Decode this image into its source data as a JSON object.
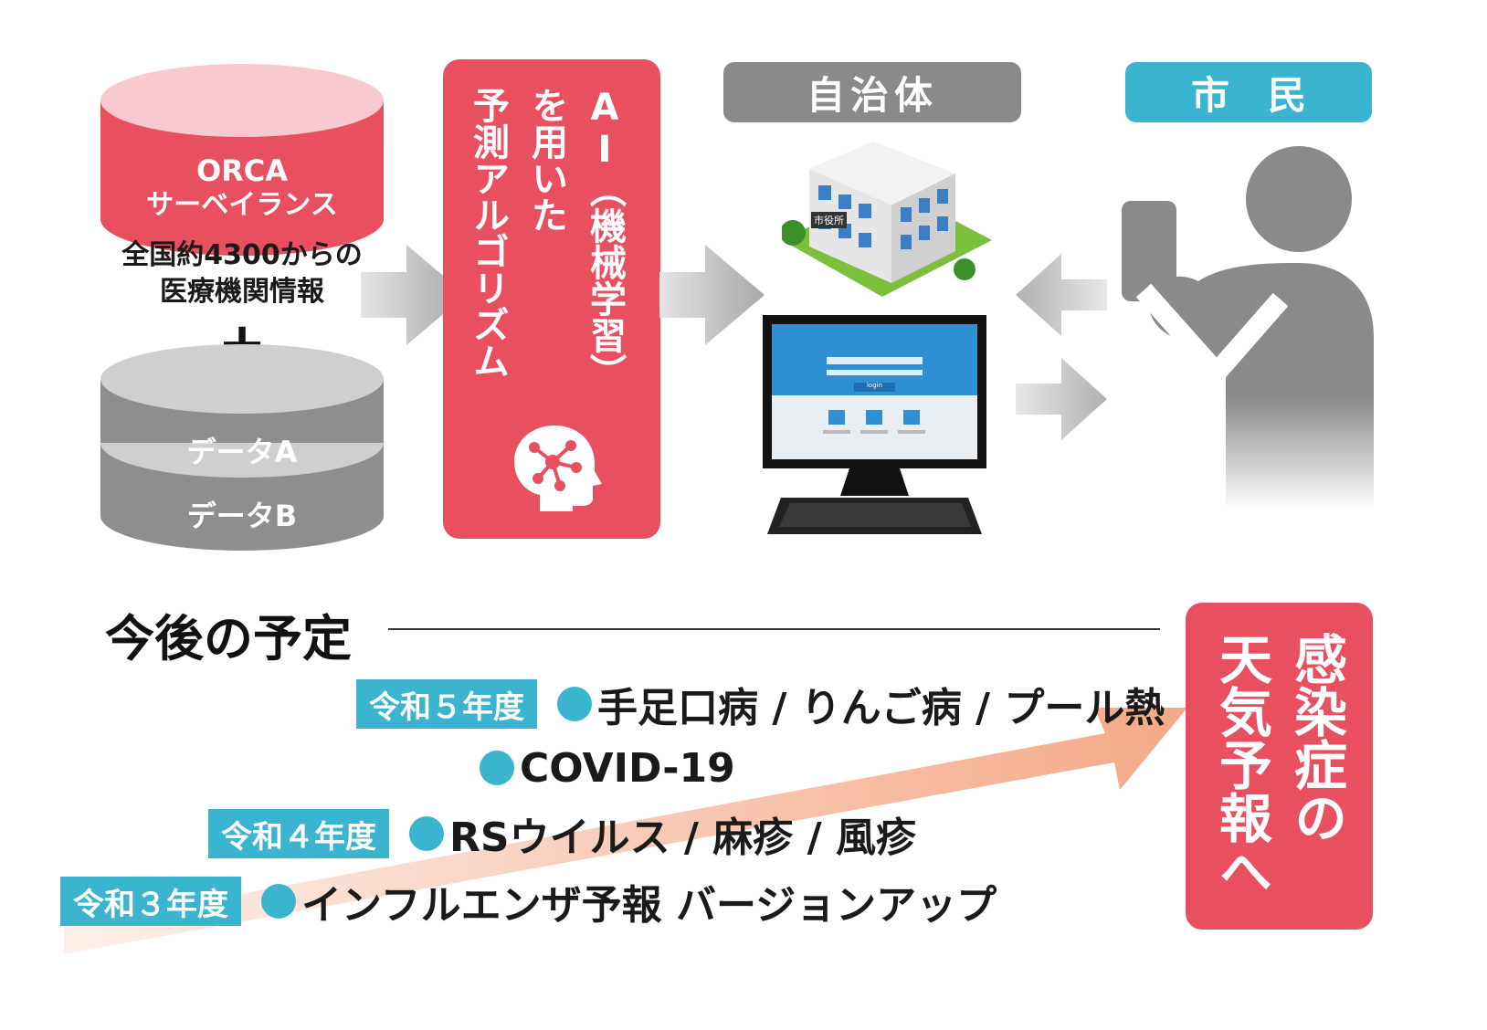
{
  "colors": {
    "red": "#e8505f",
    "pink": "#f8c9cf",
    "gray": "#8a8a8a",
    "teal": "#3bb4cf",
    "arrow_gray": "#b4b4b4"
  },
  "database": {
    "top_label_line1": "ORCA",
    "top_label_line2": "サーベイランス",
    "caption_line1": "全国約4300からの",
    "caption_line2": "医療機関情報",
    "plus": "+",
    "data_a": "データA",
    "data_b": "データB"
  },
  "ai_box": {
    "col1": "AI（機械学習）",
    "col2": "を用いた",
    "col3": "予測アルゴリズム",
    "icon": "brain-network-icon"
  },
  "municipality": {
    "label": "自治体",
    "building_sign": "市役所",
    "screen_button": "login"
  },
  "citizen": {
    "label": "市　民"
  },
  "schedule": {
    "heading": "今後の予定",
    "rows": [
      {
        "year": "令和５年度",
        "text": "手足口病 / りんご病 / プール熱"
      },
      {
        "year": "",
        "text": "COVID-19"
      },
      {
        "year": "令和４年度",
        "text": "RSウイルス / 麻疹 / 風疹"
      },
      {
        "year": "令和３年度",
        "text": "インフルエンザ予報 バージョンアップ"
      }
    ]
  },
  "goal": {
    "col1": "感染症の",
    "col2": "天気予報へ"
  }
}
